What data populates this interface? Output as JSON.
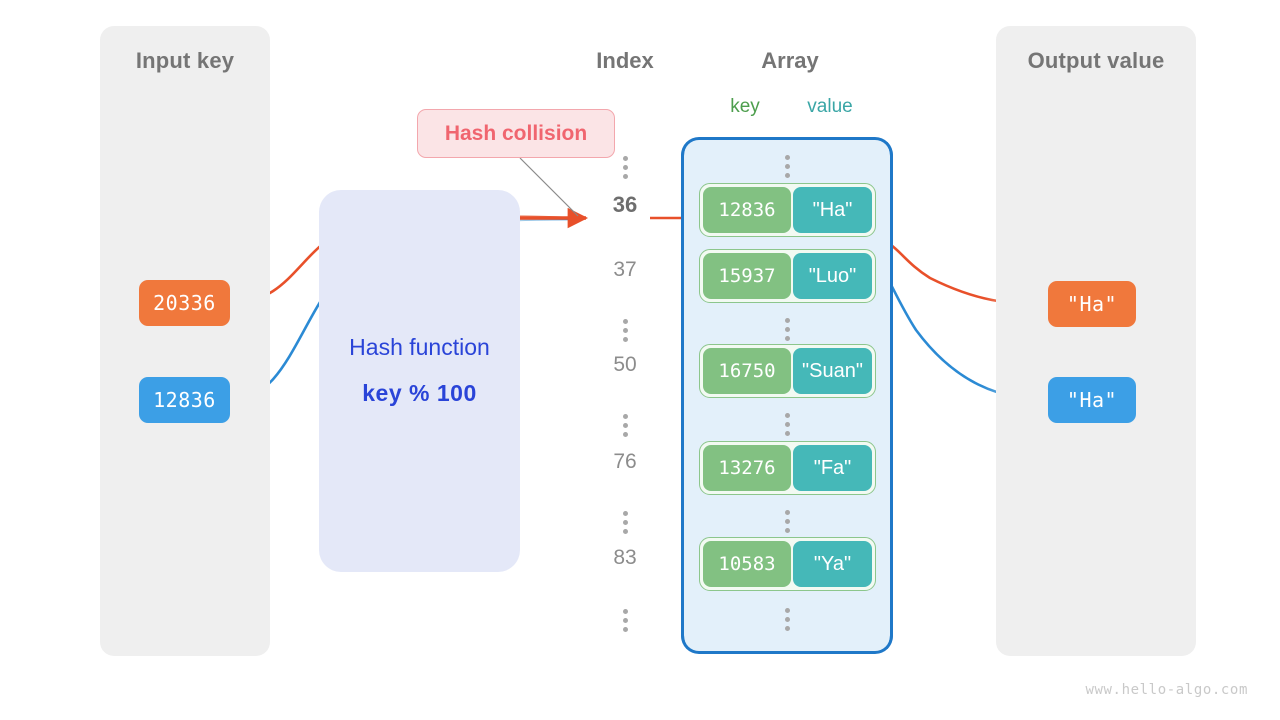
{
  "diagram": {
    "title_input": "Input key",
    "title_output": "Output value",
    "title_index": "Index",
    "title_array": "Array",
    "subtitle_key": "key",
    "subtitle_value": "value",
    "collision_label": "Hash collision",
    "watermark": "www.hello-algo.com"
  },
  "hash_function": {
    "label": "Hash function",
    "formula": "key % 100"
  },
  "input_keys": [
    {
      "value": "20336",
      "color": "#f0783c"
    },
    {
      "value": "12836",
      "color": "#3c9fe6"
    }
  ],
  "output_values": [
    {
      "value": "\"Ha\"",
      "color": "#f0783c"
    },
    {
      "value": "\"Ha\"",
      "color": "#3c9fe6"
    }
  ],
  "index_column": [
    {
      "type": "dots",
      "label": ""
    },
    {
      "type": "number",
      "label": "36",
      "highlighted": true
    },
    {
      "type": "number",
      "label": "37",
      "highlighted": false
    },
    {
      "type": "dots",
      "label": ""
    },
    {
      "type": "number",
      "label": "50",
      "highlighted": false
    },
    {
      "type": "dots",
      "label": ""
    },
    {
      "type": "number",
      "label": "76",
      "highlighted": false
    },
    {
      "type": "dots",
      "label": ""
    },
    {
      "type": "number",
      "label": "83",
      "highlighted": false
    },
    {
      "type": "dots",
      "label": ""
    }
  ],
  "buckets": [
    {
      "index": "36",
      "key": "12836",
      "value": "\"Ha\""
    },
    {
      "index": "37",
      "key": "15937",
      "value": "\"Luo\""
    },
    {
      "index": "50",
      "key": "16750",
      "value": "\"Suan\""
    },
    {
      "index": "76",
      "key": "13276",
      "value": "\"Fa\""
    },
    {
      "index": "83",
      "key": "10583",
      "value": "\"Ya\""
    }
  ],
  "colors": {
    "panel_bg": "#efefef",
    "array_bg": "#e3f0fa",
    "array_border": "#1f78c8",
    "hash_box_bg": "#e4e8f8",
    "hash_text": "#2a44d8",
    "key_cell": "#82c182",
    "value_cell": "#45b8b8",
    "collision_bg": "#fbe4e6",
    "collision_text": "#f0656f",
    "orange": "#f0783c",
    "blue": "#3c9fe6"
  }
}
